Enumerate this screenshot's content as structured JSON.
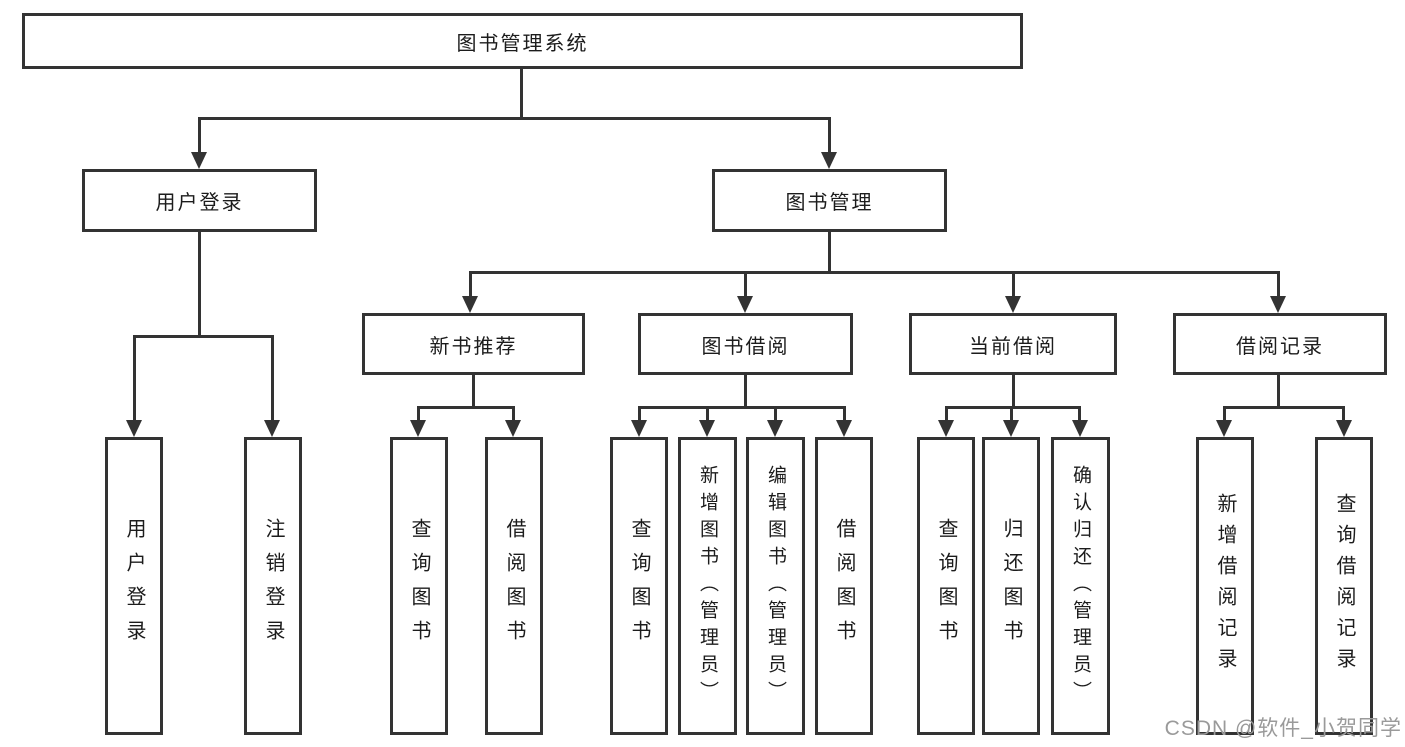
{
  "diagram_title": "图书管理系统",
  "watermark": "CSDN @软件_小贺同学",
  "colors": {
    "line": "#333333",
    "box_background": "#ffffff",
    "text": "#1c1c1c",
    "watermark": "#9a9a9a"
  },
  "tree": {
    "label": "图书管理系统",
    "children": [
      {
        "label": "用户登录",
        "children": [
          {
            "label": "用户登录"
          },
          {
            "label": "注销登录"
          }
        ]
      },
      {
        "label": "图书管理",
        "children": [
          {
            "label": "新书推荐",
            "children": [
              {
                "label": "查询图书"
              },
              {
                "label": "借阅图书"
              }
            ]
          },
          {
            "label": "图书借阅",
            "children": [
              {
                "label": "查询图书"
              },
              {
                "label": "新增图书（管理员）"
              },
              {
                "label": "编辑图书（管理员）"
              },
              {
                "label": "借阅图书"
              }
            ]
          },
          {
            "label": "当前借阅",
            "children": [
              {
                "label": "查询图书"
              },
              {
                "label": "归还图书"
              },
              {
                "label": "确认归还（管理员）"
              }
            ]
          },
          {
            "label": "借阅记录",
            "children": [
              {
                "label": "新增借阅记录"
              },
              {
                "label": "查询借阅记录"
              }
            ]
          }
        ]
      }
    ]
  }
}
